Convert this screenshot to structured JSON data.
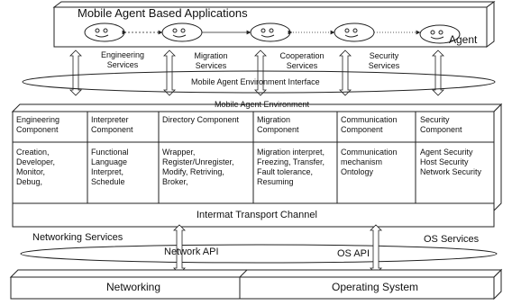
{
  "top": {
    "title": "Mobile Agent Based Applications",
    "agent_label": "Agent"
  },
  "services": [
    "Engineering Services",
    "Migration Services",
    "Cooperation Services",
    "Security Services"
  ],
  "interface_label": "Mobile Agent Environment Interface",
  "environment": {
    "title": "Mobile Agent Environment",
    "components": [
      {
        "name": "Engineering Component",
        "items": "Creation, Developer, Monitor, Debug,"
      },
      {
        "name": "Interpreter Component",
        "items": "Functional Language Interpret, Schedule"
      },
      {
        "name": "Directory Component",
        "items": "Wrapper, Register/Unregister, Modify, Retriving, Broker,"
      },
      {
        "name": "Migration Component",
        "items": "Migration interpret, Freezing, Transfer, Fault tolerance, Resuming"
      },
      {
        "name": "Communication Component",
        "items": "Communication mechanism Ontology"
      },
      {
        "name": "Security Component",
        "items": "Agent Security Host Security Network Security"
      }
    ]
  },
  "transport_label": "Intermat Transport Channel",
  "networking_services": "Networking Services",
  "os_services": "OS Services",
  "network_api": "Network API",
  "os_api": "OS API",
  "bottom": {
    "networking": "Networking",
    "operating_system": "Operating System"
  }
}
